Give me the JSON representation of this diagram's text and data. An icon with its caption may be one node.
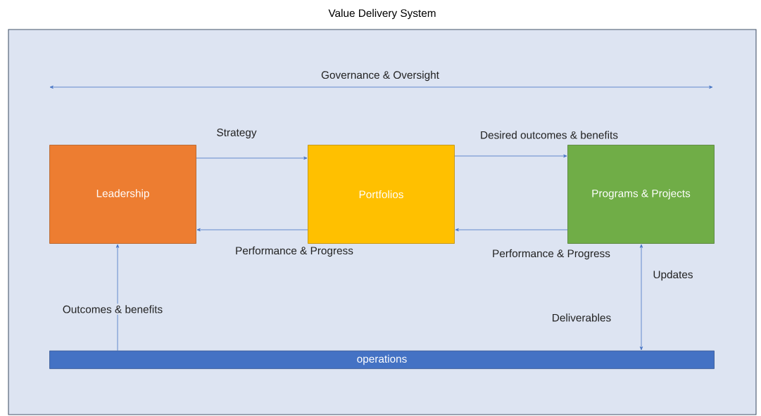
{
  "diagram": {
    "nodes": [
      {
        "text": [
          "Value Delivery System"
        ]
      },
      {
        "text": [
          "Leadership"
        ],
        "in": 0
      },
      {
        "text": [
          "Portfolios"
        ],
        "in": 0
      },
      {
        "text": [
          "Programs & Projects"
        ],
        "in": 0
      },
      {
        "text": [
          "operations"
        ],
        "in": 0
      }
    ],
    "edges": [
      {
        "from": 1,
        "to": 2,
        "arrow": "to",
        "label": "Strategy"
      },
      {
        "from": 2,
        "to": 3,
        "arrow": "to",
        "label": "Desired outcomes & benefits"
      },
      {
        "from": 3,
        "to": 2,
        "arrow": "to",
        "label": "Performance & Progress"
      },
      {
        "from": 2,
        "to": 1,
        "arrow": "to",
        "label": "Performance & Progress"
      },
      {
        "from": 4,
        "to": 1,
        "arrow": "to",
        "label": "Outcomes & benefits"
      },
      {
        "from": 3,
        "to": 4,
        "arrow": "both",
        "label": "Updates"
      }
    ],
    "labels": [
      "Governance & Oversight",
      "Deliverables"
    ]
  }
}
